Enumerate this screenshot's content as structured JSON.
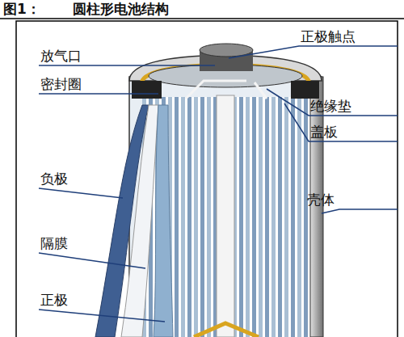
{
  "diagram": {
    "title": "圆柱形电池结构",
    "labels": [
      "图1：",
      "放气口",
      "正极触点",
      "密封圈",
      "绝缘垫",
      "盖板",
      "负极",
      "壳体",
      "隔膜",
      "正极"
    ]
  }
}
